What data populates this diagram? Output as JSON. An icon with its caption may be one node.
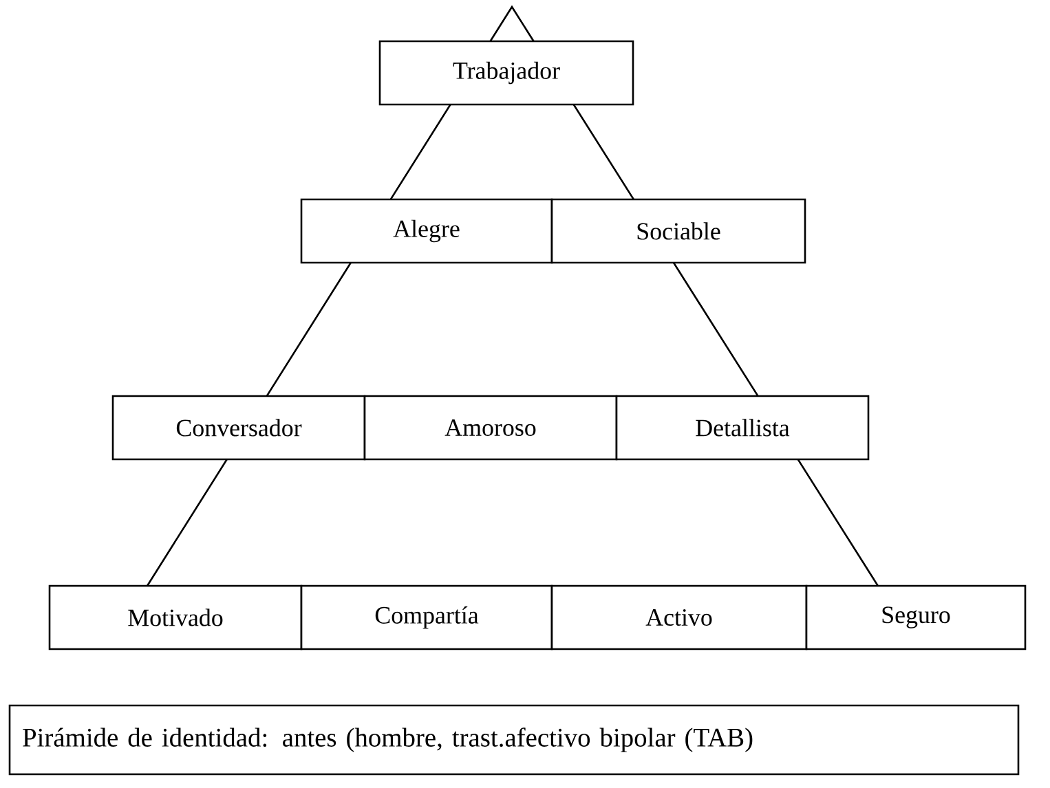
{
  "diagram": {
    "caption": "Pirámide de identidad: antes (hombre, trast.afectivo bipolar (TAB)",
    "nodes": [
      {
        "text": [
          "Trabajador"
        ]
      },
      {
        "text": [
          "Alegre"
        ]
      },
      {
        "text": [
          "Sociable"
        ]
      },
      {
        "text": [
          "Conversador"
        ]
      },
      {
        "text": [
          "Amoroso"
        ]
      },
      {
        "text": [
          "Detallista"
        ]
      },
      {
        "text": [
          "Motivado"
        ]
      },
      {
        "text": [
          "Compartía"
        ]
      },
      {
        "text": [
          "Activo"
        ]
      },
      {
        "text": [
          "Seguro"
        ]
      }
    ]
  }
}
